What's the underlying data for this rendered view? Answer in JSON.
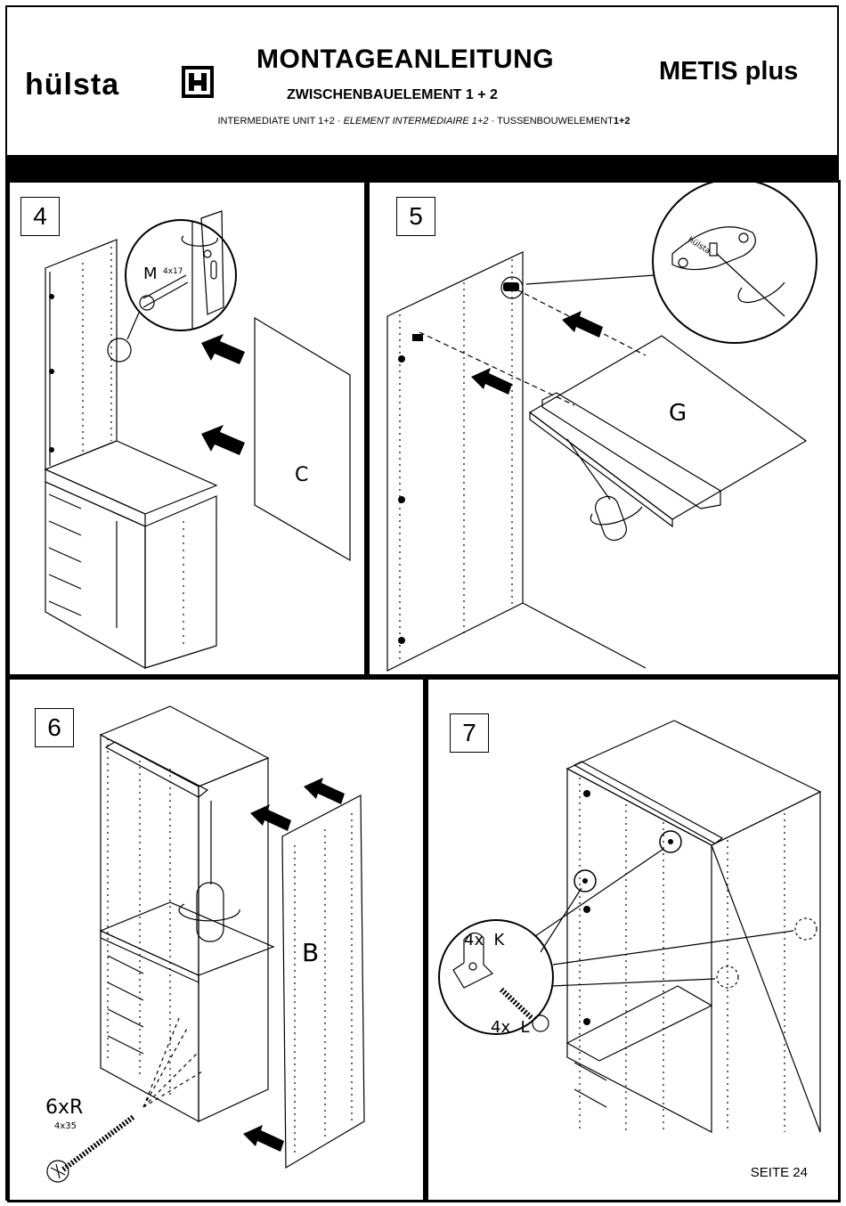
{
  "header": {
    "brand": "hülsta",
    "title": "MONTAGEANLEITUNG",
    "subtitle": "ZWISCHENBAUELEMENT 1 + 2",
    "translations": {
      "en": "INTERMEDIATE UNIT 1+2",
      "fr": "ELEMENT INTERMEDIAIRE 1+2",
      "nl": "TUSSENBOUWELEMENT",
      "nl_suffix": "1+2",
      "separator": "·"
    },
    "product": "METIS plus"
  },
  "steps": [
    {
      "number": "4",
      "part_label": "C",
      "fastener_letter": "M",
      "fastener_size": "4x17"
    },
    {
      "number": "5",
      "part_label": "G",
      "brand_mark": "hülsta"
    },
    {
      "number": "6",
      "part_label": "B",
      "fastener_label": "6xR",
      "fastener_size": "4x35"
    },
    {
      "number": "7",
      "fitting_k": "4x  K",
      "fitting_l": "4x  L"
    }
  ],
  "footer": {
    "page": "SEITE 24"
  }
}
